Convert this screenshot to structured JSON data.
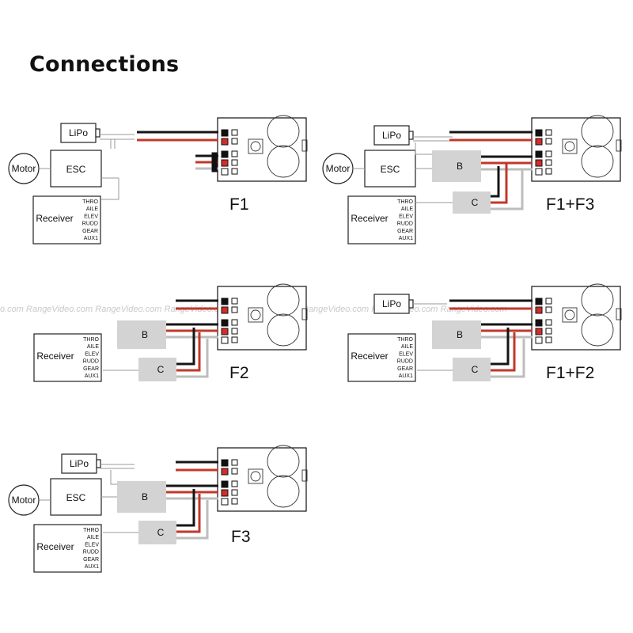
{
  "title": "Connections",
  "watermark": "o.com RangeVideo.com RangeVideo.com RangeVideo.com RangeVideo.com RangeVideo.com RangeVideo.com RangeVideo.com",
  "labels": {
    "lipo": "LiPo",
    "esc": "ESC",
    "motor": "Motor",
    "receiver": "Receiver",
    "plug_b": "B",
    "plug_c": "C",
    "receiver_channels": [
      "THRO",
      "AILE",
      "ELEV",
      "RUDD",
      "GEAR",
      "AUX1"
    ]
  },
  "diagrams": [
    {
      "title": "F1",
      "components": [
        "LiPo",
        "ESC",
        "Motor",
        "Receiver"
      ]
    },
    {
      "title": "F1+F3",
      "components": [
        "LiPo",
        "ESC",
        "Motor",
        "Receiver",
        "B",
        "C"
      ]
    },
    {
      "title": "F2",
      "components": [
        "Receiver",
        "B",
        "C"
      ]
    },
    {
      "title": "F1+F2",
      "components": [
        "LiPo",
        "Receiver",
        "B",
        "C"
      ]
    },
    {
      "title": "F3",
      "components": [
        "LiPo",
        "ESC",
        "Motor",
        "Receiver",
        "B",
        "C"
      ]
    }
  ],
  "colors": {
    "black_wire": "#151515",
    "red_wire": "#c0392b",
    "signal_wire": "#bdbdbd",
    "plug": "#d3d3d3"
  }
}
